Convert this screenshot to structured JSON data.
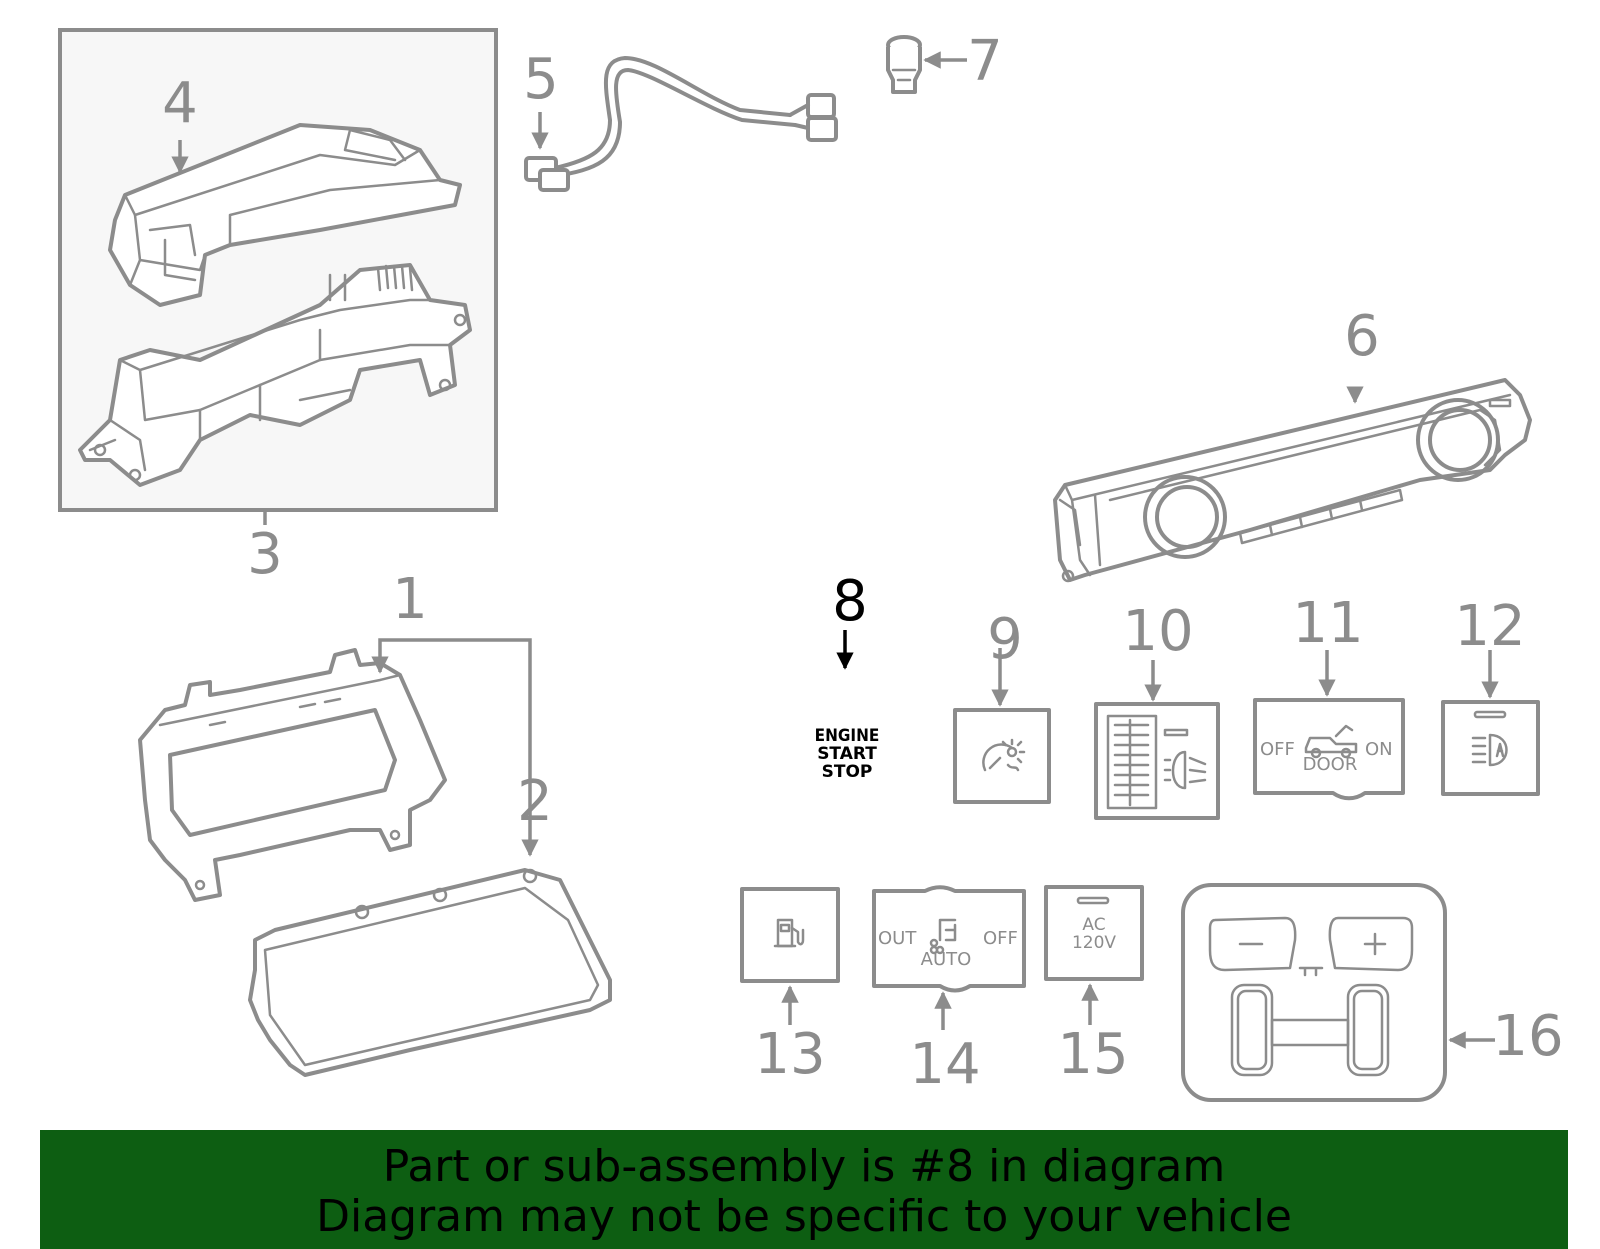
{
  "diagram": {
    "highlight_color": "#000000",
    "line_color": "#8c8c8c",
    "callouts": [
      "1",
      "2",
      "3",
      "4",
      "5",
      "6",
      "7",
      "8",
      "9",
      "10",
      "11",
      "12",
      "13",
      "14",
      "15",
      "16"
    ],
    "highlighted": "8"
  },
  "part8": {
    "lines": [
      "ENGINE",
      "START",
      "STOP"
    ]
  },
  "part11": {
    "off": "OFF",
    "on": "ON",
    "door": "DOOR"
  },
  "part14": {
    "out": "OUT",
    "off": "OFF",
    "auto": "AUTO"
  },
  "part15": {
    "ac": "AC",
    "volt": "120V"
  },
  "banner": {
    "color": "#0d5e12",
    "line1": "Part or sub-assembly is #8 in diagram",
    "line2": "Diagram may not be specific to your vehicle"
  }
}
